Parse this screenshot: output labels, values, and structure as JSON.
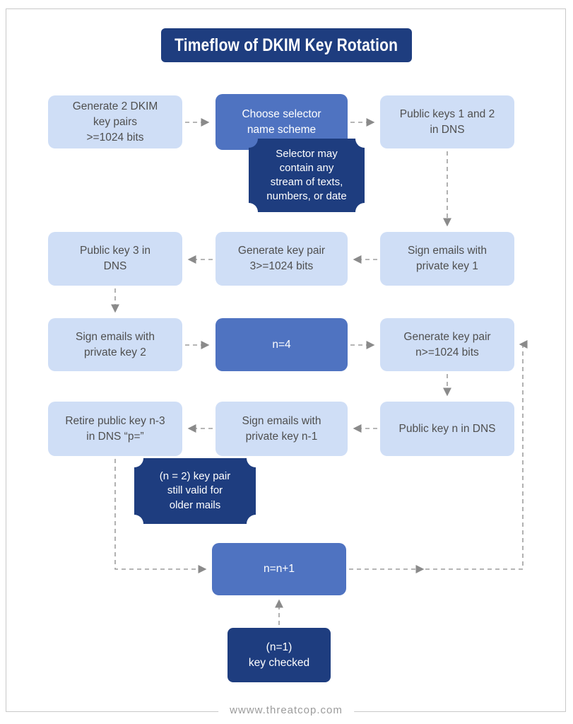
{
  "title": "Timeflow of DKIM Key Rotation",
  "footer": {
    "url": "wwww.threatcop.com"
  },
  "colors": {
    "dark_navy": "#1e3d7f",
    "medium_blue": "#4f73c1",
    "light_blue": "#cfdef6",
    "line_gray": "#9e9e9e",
    "text_gray": "#4f4f4f"
  },
  "nodes": {
    "generate_2_dkim": {
      "label": "Generate 2 DKIM\nkey pairs\n>=1024 bits"
    },
    "choose_selector": {
      "label": "Choose selector\nname scheme"
    },
    "public_keys_1_2": {
      "label": "Public keys 1 and 2\nin DNS"
    },
    "public_key_3": {
      "label": "Public key 3 in\nDNS"
    },
    "generate_pair_3": {
      "label": "Generate key pair\n3>=1024 bits"
    },
    "sign_private_1": {
      "label": "Sign emails with\nprivate key 1"
    },
    "sign_private_2": {
      "label": "Sign emails with\nprivate key 2"
    },
    "n_equals_4": {
      "label": "n=4"
    },
    "generate_pair_n": {
      "label": "Generate key pair\nn>=1024 bits"
    },
    "retire_key_n3": {
      "label": "Retire public key n-3\nin DNS “p=”"
    },
    "sign_private_n1": {
      "label": "Sign emails with\nprivate key n-1"
    },
    "public_key_n": {
      "label": "Public key n in DNS"
    },
    "n_equals_n_plus_1": {
      "label": "n=n+1"
    },
    "n1_key_checked": {
      "label": "(n=1)\nkey checked"
    }
  },
  "callouts": {
    "selector_note": {
      "label": "Selector may\ncontain any\nstream of texts,\nnumbers, or date"
    },
    "n2_note": {
      "label": "(n = 2) key pair\nstill valid for\nolder mails"
    }
  }
}
